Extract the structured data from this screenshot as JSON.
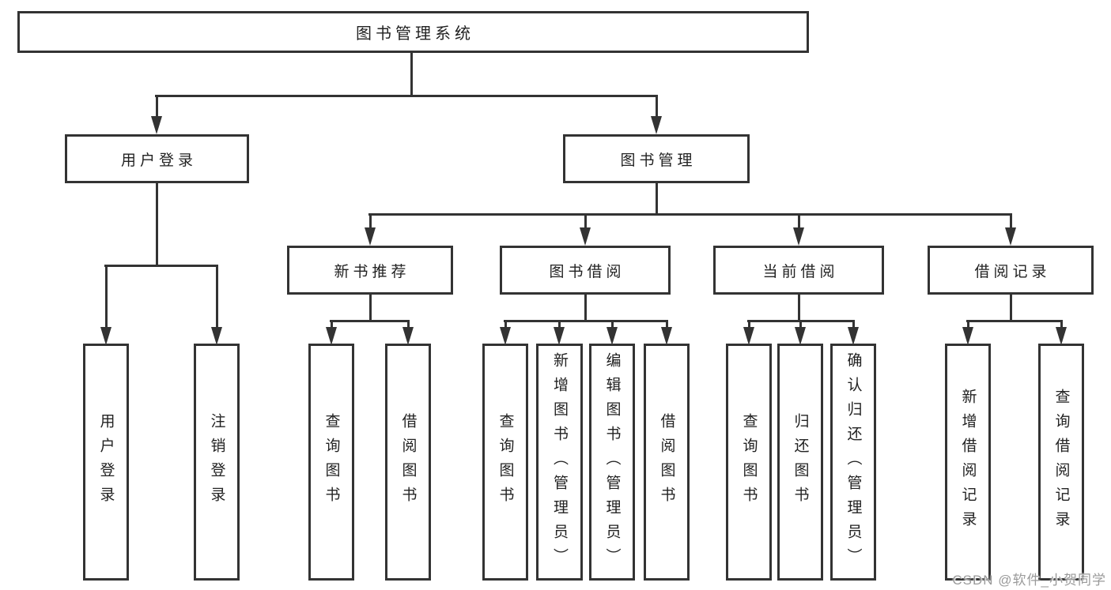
{
  "diagram": {
    "tree": {
      "label": "图书管理系统",
      "children": [
        {
          "label": "用户登录",
          "children": [
            {
              "label": "用户登录"
            },
            {
              "label": "注销登录"
            }
          ]
        },
        {
          "label": "图书管理",
          "children": [
            {
              "label": "新书推荐",
              "children": [
                {
                  "label": "查询图书"
                },
                {
                  "label": "借阅图书"
                }
              ]
            },
            {
              "label": "图书借阅",
              "children": [
                {
                  "label": "查询图书"
                },
                {
                  "label": "新增图书（管理员）"
                },
                {
                  "label": "编辑图书（管理员）"
                },
                {
                  "label": "借阅图书"
                }
              ]
            },
            {
              "label": "当前借阅",
              "children": [
                {
                  "label": "查询图书"
                },
                {
                  "label": "归还图书"
                },
                {
                  "label": "确认归还（管理员）"
                }
              ]
            },
            {
              "label": "借阅记录",
              "children": [
                {
                  "label": "新增借阅记录"
                },
                {
                  "label": "查询借阅记录"
                }
              ]
            }
          ]
        }
      ]
    },
    "watermark": "CSDN @软件_小贺同学",
    "colors": {
      "line": "#333333",
      "text": "#222222",
      "background": "#ffffff",
      "watermark_text": "#9a9a9a"
    }
  }
}
